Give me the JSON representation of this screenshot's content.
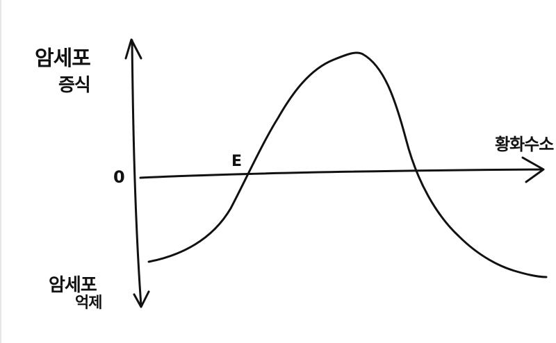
{
  "labels": {
    "y_up_line1": "암세포",
    "y_up_line2": "증식",
    "y_down_line1": "암세포",
    "y_down_line2": "억제",
    "origin": "0",
    "point_e": "E",
    "x_axis": "황화수소"
  },
  "colors": {
    "ink": "#111111",
    "background": "#ffffff"
  }
}
